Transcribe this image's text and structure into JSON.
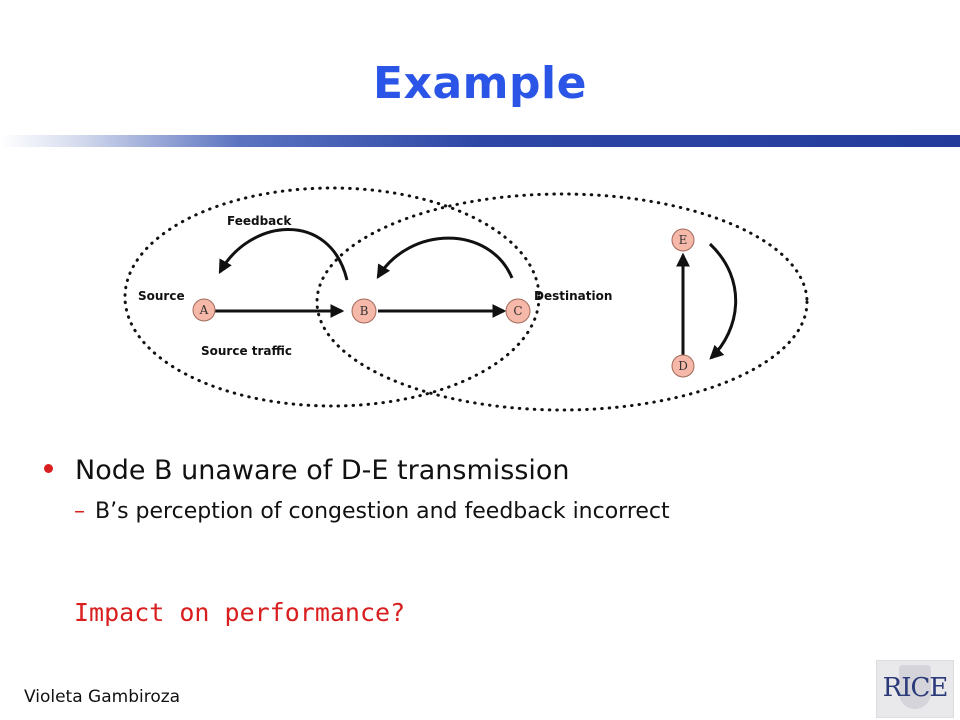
{
  "slide": {
    "title": "Example",
    "bullet": "Node B unaware of D-E transmission",
    "sub_bullet": "B’s perception of congestion and feedback incorrect",
    "question": "Impact on performance?",
    "footer": "Violeta Gambiroza",
    "logo_text": "RICE"
  },
  "diagram": {
    "nodes": [
      "A",
      "B",
      "C",
      "D",
      "E"
    ],
    "labels": {
      "feedback": "Feedback",
      "source": "Source",
      "destination": "Destination",
      "source_traffic": "Source traffic"
    }
  },
  "colors": {
    "title": "#2a55e6",
    "accent": "#d81e1e",
    "node_fill": "#f6b8a8",
    "node_stroke": "#a06a5a"
  }
}
